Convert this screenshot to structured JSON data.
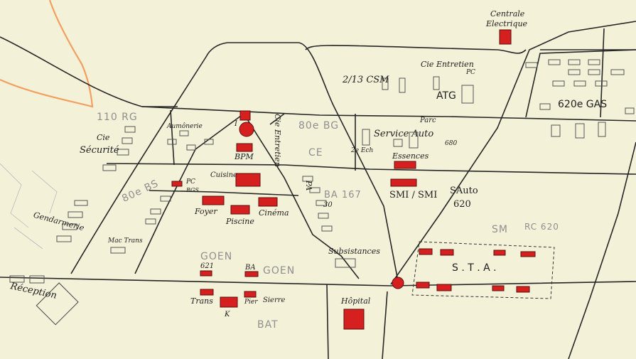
{
  "map": {
    "labels": {
      "centrale": "Centrale",
      "electrique": "Electrique",
      "csm": "2/13 CSM",
      "entretien": "Cie Entretien",
      "pc": "PC",
      "atg": "ATG",
      "gas620": "620e GAS",
      "orig110": "110 RG",
      "cie": "Cie",
      "securite": "Sécurité",
      "aumonerie": "Aumônerie",
      "bpm": "BPM",
      "cie_entretien_vert": "Cie Entretien",
      "bg80": "80e BG",
      "ce": "CE",
      "service_auto": "Service Auto",
      "parc": "Parc",
      "auto": "Auto",
      "ech2": "2e Ech",
      "essences": "Essences",
      "n680": "680",
      "cuisine": "Cuisine",
      "bs80": "80e BS",
      "pc_rgs": "PC",
      "rgs": "RGS",
      "foyer": "Foyer",
      "piscine": "Piscine",
      "cinema": "Cinéma",
      "ba167": "BA 167",
      "pa": "PA",
      "n30": "30",
      "smi": "SMI / SMI",
      "sauto": "SAuto",
      "n620": "620",
      "gendarmerie": "Gendarmerie",
      "mactrans": "Mac Trans",
      "goen1": "GOEN",
      "n621": "621",
      "ba": "BA",
      "goen2": "GOEN",
      "subsistances": "Subsistances",
      "sm": "SM",
      "rc620": "RC 620",
      "sta": "S . T . A .",
      "reception": "Réception",
      "trans": "Trans",
      "k": "K",
      "pier": "Pier",
      "serre": "Sierre",
      "bat": "BAT",
      "hopital": "Hôpital",
      "i": "I"
    },
    "colors": {
      "paper": "#f4f1d9",
      "ink": "#262626",
      "building_red": "#d61f1f",
      "pencil_grey": "#8f8f8f",
      "river_orange": "#f2a060"
    }
  }
}
